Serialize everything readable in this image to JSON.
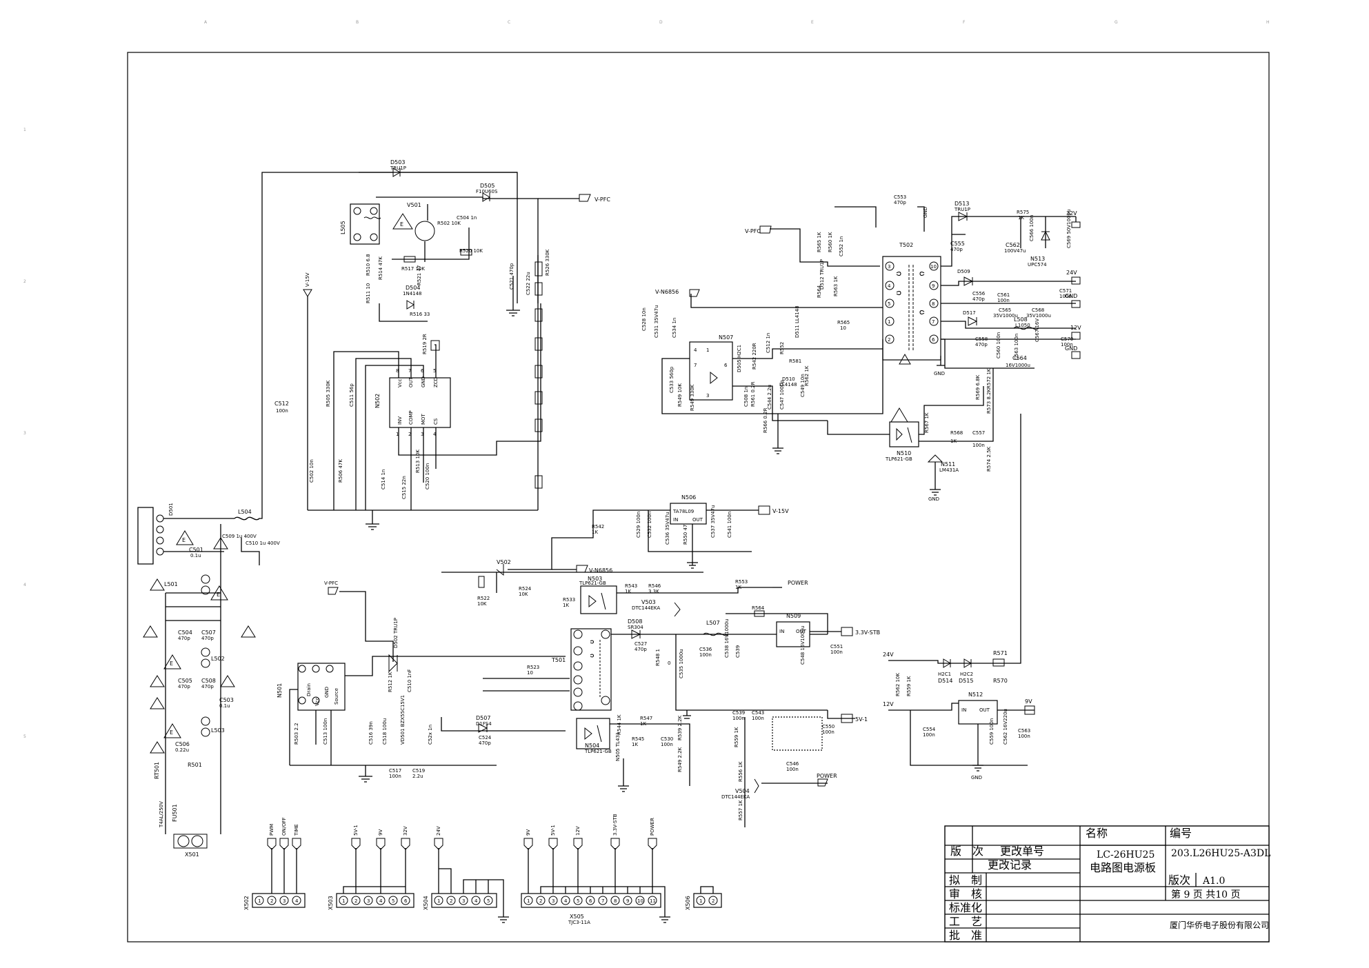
{
  "title_block": {
    "name_label": "名称",
    "number_label": "编号",
    "name_value_1": "LC-26HU25",
    "name_value_2": "电路图电源板",
    "number_value": "203.L26HU25-A3DL",
    "version_label": "版　次",
    "change_no_label": "更改单号",
    "change_record_label": "更改记录",
    "rev_label": "版次",
    "rev_value": "A1.0",
    "page_label": "第 9 页  共10 页",
    "company": "厦门华侨电子股份有限公司",
    "rows": [
      "拟　制",
      "审　核",
      "标准化",
      "工　艺",
      "批　准"
    ]
  },
  "border_columns": [
    "A",
    "B",
    "C",
    "D",
    "E",
    "F",
    "G",
    "H"
  ],
  "border_rows": [
    "1",
    "2",
    "3",
    "4",
    "5"
  ],
  "nets": {
    "vpfc": "V-PFC",
    "v15": "V-15V",
    "vn6856": "V-N6856",
    "v33stb": "3.3V-STB",
    "v5": "5V-1",
    "power": "POWER",
    "v32": "32V",
    "v24": "24V",
    "v12": "12V",
    "v9": "9V",
    "gnd": "GND"
  },
  "components": {
    "fuse": "FU501",
    "fuse_rating": "T4AL/250V",
    "rt501": "RT501",
    "x501": "X501",
    "d501": "D501",
    "l504": "L504",
    "l505": "L505",
    "v501": "V501",
    "n502": "N502",
    "n502_pins_top": [
      "Vcc",
      "OUT",
      "GND",
      "ZCD"
    ],
    "n502_pins_bot": [
      "INV",
      "COMP",
      "MOT",
      "CS"
    ],
    "d503": "D503",
    "d503_part": "TRU1P",
    "d505": "D505",
    "d505_part": "F10U60S",
    "d504": "D504",
    "d504_part": "1N4148",
    "c512": "C512",
    "c512_val": "100n",
    "n501": "N501",
    "n501_pins": [
      "Drain",
      "Vcc",
      "GND",
      "Source"
    ],
    "t501": "T501",
    "t502": "T502",
    "n503": "N503",
    "n503_part": "TLP621-GB",
    "n504": "N504",
    "n504_part": "TLP621-GB",
    "v502": "V502",
    "v503": "V503",
    "v503_part": "DTC144EKA",
    "v504": "V504",
    "v504_part": "DTC144EKA",
    "n506": "N506",
    "n506_part": "TA78L09",
    "n507": "N507",
    "n509": "N509",
    "n510": "N510",
    "n510_part": "TLP621-GB",
    "n511": "N511",
    "n511_part": "LM431A",
    "n512": "N512",
    "n513": "N513",
    "n513_part": "UPC574",
    "d513": "D513",
    "d513_part": "TRU1P",
    "d508": "D508",
    "d508_part": "SR304",
    "d507": "D507",
    "d507_part": "D1FS4",
    "l507": "L507",
    "l508": "L508",
    "l501": "L501",
    "l502": "L502",
    "l503": "L503",
    "c555": "C555",
    "c555_val": "470p",
    "c562": "C562",
    "c562_val": "100V47u",
    "c564": "C564",
    "c564_val": "16V1000u",
    "d514": "D514",
    "d515": "D515",
    "r571": "R571",
    "r570": "R570"
  },
  "connectors": [
    {
      "ref": "X502",
      "pins": [
        "1",
        "2",
        "3",
        "4"
      ],
      "signals": [
        "PWM",
        "ON/OFF",
        "TIME"
      ]
    },
    {
      "ref": "X503",
      "pins": [
        "1",
        "2",
        "3",
        "4",
        "5",
        "6"
      ],
      "signals": [
        "5V-1",
        "9V",
        "32V"
      ]
    },
    {
      "ref": "X504",
      "pins": [
        "1",
        "2",
        "3",
        "4",
        "5"
      ],
      "signals": [
        "24V"
      ]
    },
    {
      "ref": "X505",
      "pins": [
        "1",
        "2",
        "3",
        "4",
        "5",
        "6",
        "7",
        "8",
        "9",
        "10",
        "11"
      ],
      "signals": [
        "9V",
        "5V-1",
        "12V",
        "3.3V-STB",
        "POWER"
      ]
    },
    {
      "ref": "X506",
      "pins": [
        "1",
        "2"
      ],
      "signals": []
    }
  ],
  "x505_part": "TJC3-11A"
}
